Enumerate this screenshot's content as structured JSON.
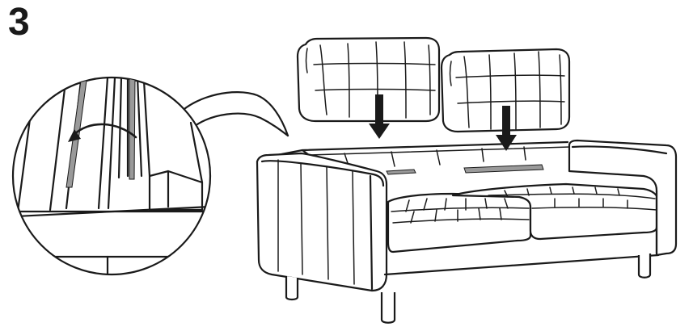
{
  "step": {
    "number": "3"
  },
  "colors": {
    "line": "#1a1a1a",
    "slot": "#9a9a9a",
    "background": "#ffffff"
  },
  "illustration": {
    "subject": "sofa-backrest-cushion-assembly",
    "parts": [
      "left-backrest-cushion",
      "right-backrest-cushion",
      "sofa-frame",
      "seat-cushions",
      "legs",
      "detail-callout"
    ]
  }
}
